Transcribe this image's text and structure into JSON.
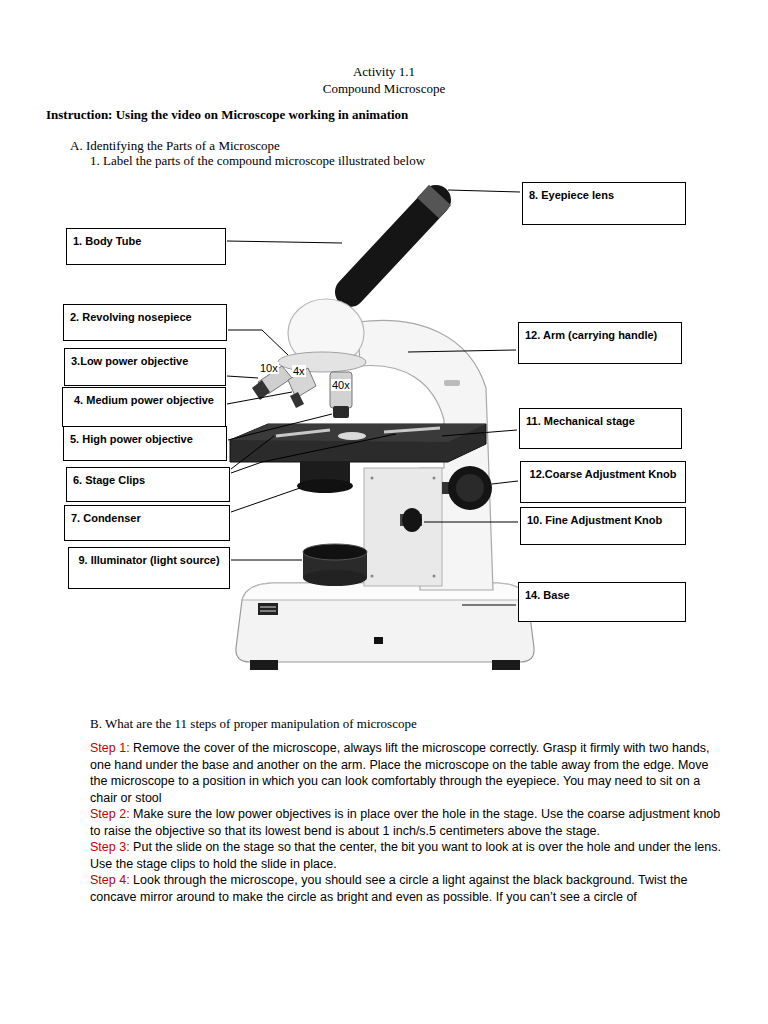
{
  "diagram": {
    "title": "Activity 1.1",
    "nodes": [
      {
        "text": [
          "8. Eyepiece lens"
        ]
      },
      {
        "text": [
          "1. Body Tube"
        ]
      },
      {
        "text": [
          "2. Revolving nosepiece"
        ]
      },
      {
        "text": [
          "12. Arm (carrying handle)"
        ]
      },
      {
        "text": [
          "3.Low power objective"
        ]
      },
      {
        "text": [
          "4. Medium power objective"
        ]
      },
      {
        "text": [
          "11. Mechanical stage"
        ]
      },
      {
        "text": [
          "5. High power objective"
        ]
      },
      {
        "text": [
          "12.Coarse Adjustment Knob"
        ]
      },
      {
        "text": [
          "6. Stage Clips"
        ]
      },
      {
        "text": [
          "7. Condenser"
        ]
      },
      {
        "text": [
          "10. Fine Adjustment Knob"
        ]
      },
      {
        "text": [
          "9. Illuminator (light source)"
        ]
      },
      {
        "text": [
          "14. Base"
        ]
      }
    ],
    "labels": [
      "Compound Microscope",
      "Instruction: Using the video on Microscope working in animation",
      "A. Identifying the Parts of a Microscope",
      "1. Label the parts of the compound microscope illustrated below",
      "10x",
      "4x",
      "40x",
      "B. What are the 11 steps of proper manipulation of microscope",
      "Step 1:",
      "Remove the cover of the microscope, always lift the microscope correctly. Grasp it firmly with two hands, one hand under the base and another on the arm. Place the microscope on the table away from the edge. Move the microscope to a position in which you can look comfortably through the eyepiece. You may need to sit on a chair or stool",
      "Step 2:",
      "Make sure the low power objectives is in place over the hole in the stage. Use the coarse adjustment knob to raise the objective so that its lowest bend is about 1 inch/s.5 centimeters above the stage.",
      "Step 3:",
      "Put the slide on the stage so that the center, the bit you want to look at is over the hole and under the lens. Use the stage clips to hold the slide in place.",
      "Step 4:",
      "Look through the microscope, you should see a circle a light against the black background. Twist the concave mirror around to make the circle as bright and even as possible. If you can’t see a circle of"
    ]
  }
}
